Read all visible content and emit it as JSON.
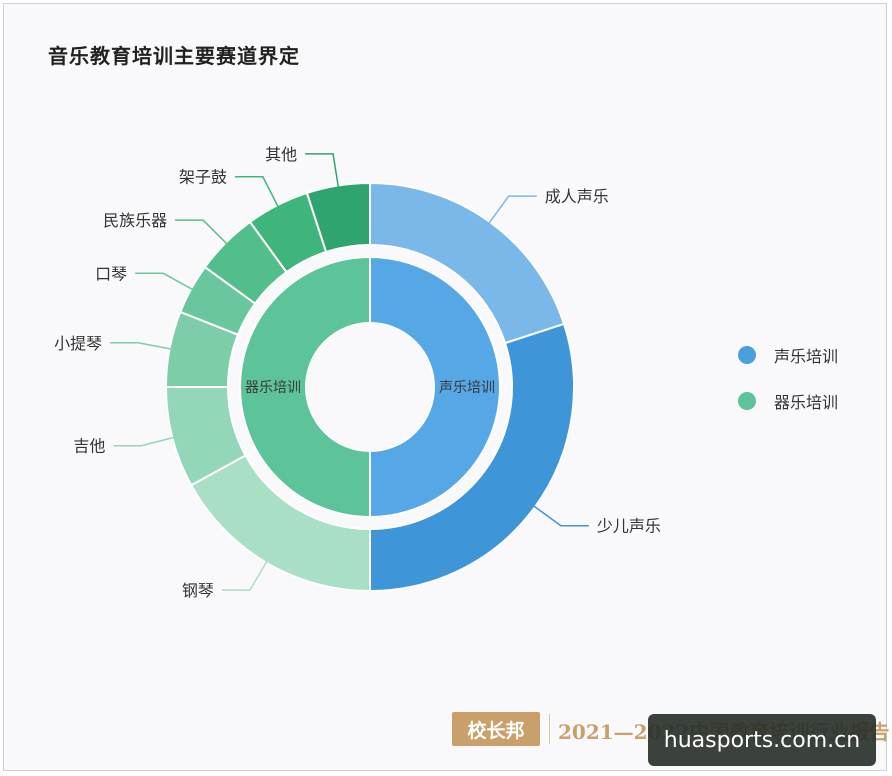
{
  "title": "音乐教育培训主要赛道界定",
  "legend": [
    {
      "label": "声乐培训",
      "color": "#4a9fdd"
    },
    {
      "label": "器乐培训",
      "color": "#5cc39a"
    }
  ],
  "footer": {
    "brand": "校长邦",
    "report_title": "2021—2022中国教育培训行业报告"
  },
  "watermark": "huasports.com.cn",
  "chart_data": {
    "type": "pie",
    "inner_ring": [
      {
        "name": "声乐培训",
        "value": 50,
        "color": "#55a7e6"
      },
      {
        "name": "器乐培训",
        "value": 50,
        "color": "#5cc39a"
      }
    ],
    "outer_ring": [
      {
        "name": "成人声乐",
        "value": 20,
        "color": "#7ab8ea"
      },
      {
        "name": "少儿声乐",
        "value": 30,
        "color": "#3e95d8"
      },
      {
        "name": "钢琴",
        "value": 17,
        "color": "#a8dfc6"
      },
      {
        "name": "吉他",
        "value": 8,
        "color": "#93d6b8"
      },
      {
        "name": "小提琴",
        "value": 6,
        "color": "#7dcda9"
      },
      {
        "name": "口琴",
        "value": 4,
        "color": "#6ac79d"
      },
      {
        "name": "民族乐器",
        "value": 5,
        "color": "#52be8c"
      },
      {
        "name": "架子鼓",
        "value": 5,
        "color": "#40b47d"
      },
      {
        "name": "其他",
        "value": 5,
        "color": "#2fa46e"
      }
    ]
  }
}
